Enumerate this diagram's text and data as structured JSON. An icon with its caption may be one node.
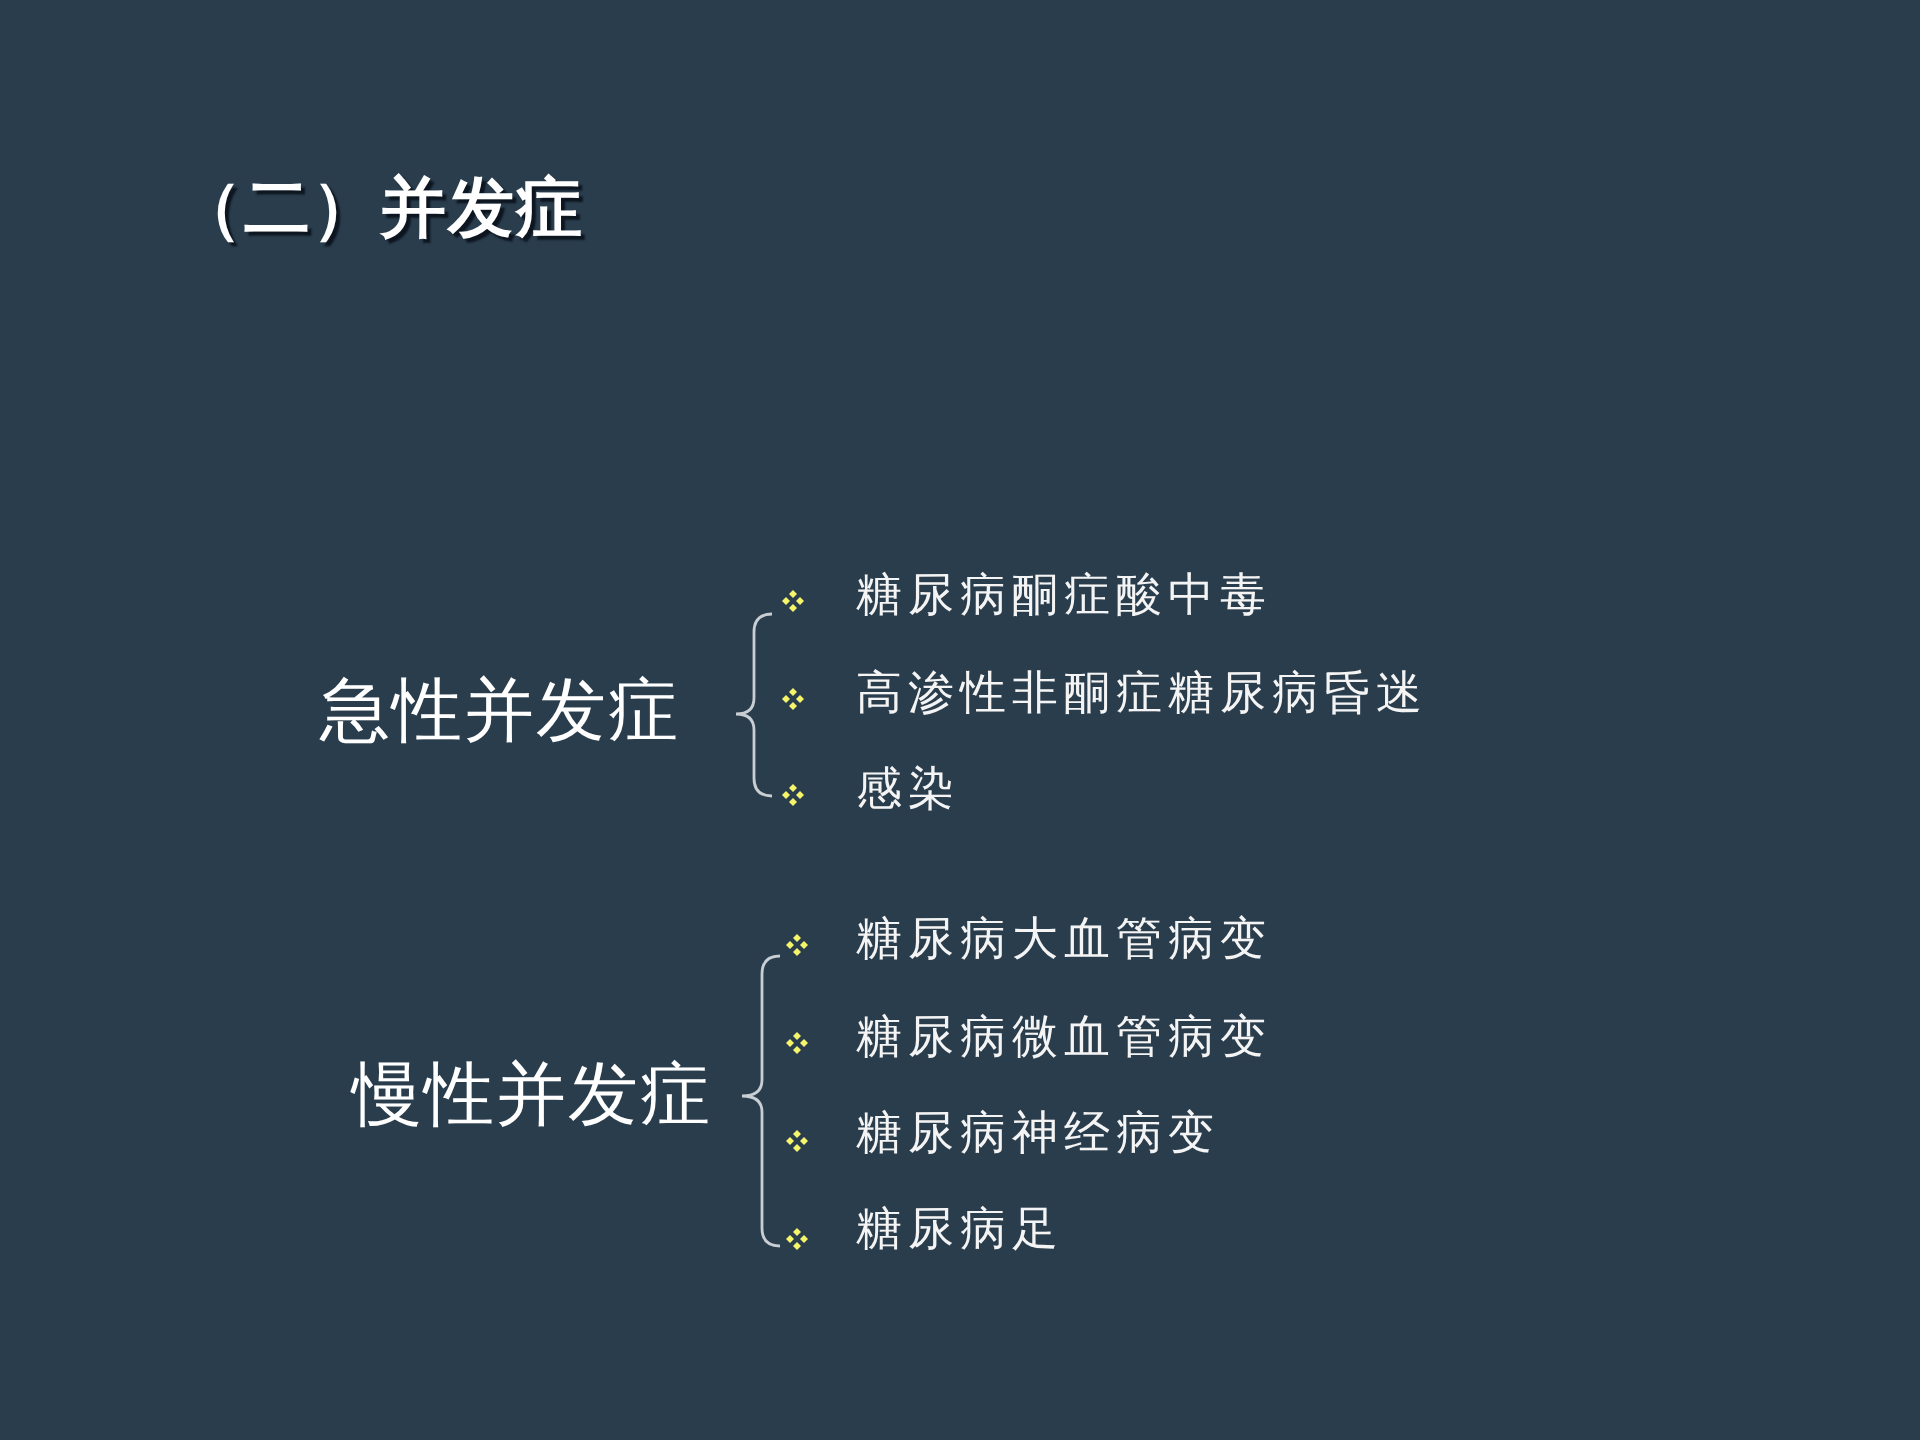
{
  "diagram": {
    "title": "（二）并发症",
    "labels": [
      "急性并发症",
      "糖尿病酮症酸中毒",
      "高渗性非酮症糖尿病昏迷",
      "感染",
      "慢性并发症",
      "糖尿病大血管病变",
      "糖尿病微血管病变",
      "糖尿病神经病变",
      "糖尿病足"
    ]
  }
}
